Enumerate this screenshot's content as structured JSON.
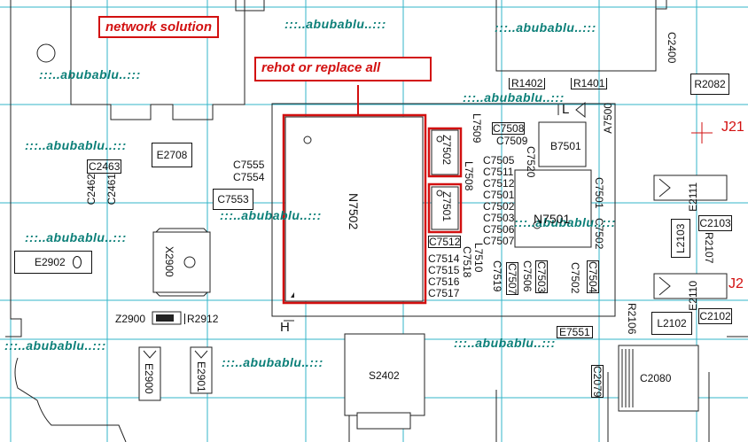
{
  "annotations": {
    "network": "network solution",
    "rehot": "rehot or replace all"
  },
  "watermarks": [
    ":::..abubablu..:::",
    ":::..abubablu..:::",
    ":::..abubablu..:::",
    ":::..abubablu..:::",
    ":::..abubablu..:::",
    ":::..abubablu..:::",
    ":::..abubablu..:::",
    ":::..abubablu..:::",
    ":::..abubablu..:::",
    ":::..abubablu..:::",
    ":::..abubablu..:::"
  ],
  "components": {
    "n7502": "N7502",
    "n7501": "N7501",
    "z7502": "Z7502",
    "z7501": "Z7501",
    "b7501": "B7501",
    "a7500": "A7500",
    "e2708": "E2708",
    "c2463": "C2463",
    "c2462": "C2462",
    "c2461": "C2461",
    "c7555": "C7555",
    "c7554": "C7554",
    "c7553": "C7553",
    "x2900": "X2900",
    "e2902": "E2902",
    "z2900": "Z2900",
    "r2912": "R2912",
    "e2900": "E2900",
    "e2901": "E2901",
    "s2402": "S2402",
    "r1402": "R1402",
    "r1401": "R1401",
    "r2082": "R2082",
    "c2400": "C2400",
    "e2111": "E2111",
    "e2110": "E2110",
    "c2103": "C2103",
    "l2103": "L2103",
    "r2107": "R2107",
    "c2102": "C2102",
    "l2102": "L2102",
    "r2106": "R2106",
    "e7551": "E7551",
    "c2080": "C2080",
    "c2079": "C2079",
    "c7508": "C7508",
    "c7509": "C7509",
    "c7520": "C7520",
    "l7509": "L7509",
    "l7508": "L7508",
    "l7510": "L7510",
    "c7501": "C7501",
    "c7502": "C7502",
    "c7503": "C7503",
    "c7504": "C7504",
    "c7505": "C7505",
    "c7506": "C7506",
    "c7507": "C7507",
    "c7519": "C7519",
    "c7512": "C7512",
    "c7514": "C7514",
    "c7515": "C7515",
    "c7516": "C7516",
    "c7517": "C7517",
    "c7518": "C7518",
    "c7511": "C7511",
    "j21": "J21",
    "j2": "J2",
    "pin_l": "L",
    "pin_h": "H"
  }
}
